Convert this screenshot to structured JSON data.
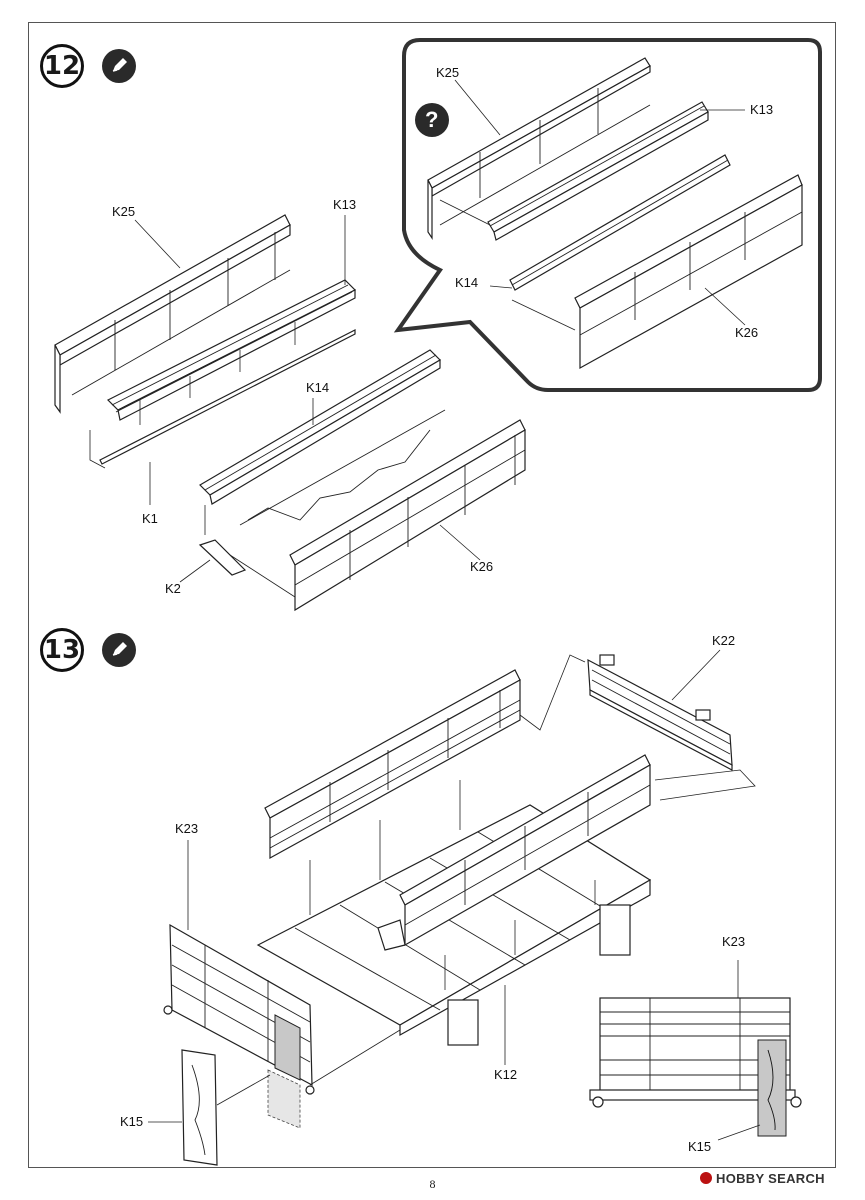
{
  "steps": [
    {
      "number": "12",
      "glue_icon": "pencil-glue-icon"
    },
    {
      "number": "13",
      "glue_icon": "pencil-glue-icon"
    }
  ],
  "step12": {
    "labels": {
      "k25": "K25",
      "k13": "K13",
      "k14": "K14",
      "k1": "K1",
      "k2": "K2",
      "k26": "K26"
    },
    "callout": {
      "icon": "question-icon",
      "icon_text": "?",
      "labels": {
        "k25": "K25",
        "k13": "K13",
        "k14": "K14",
        "k26": "K26"
      }
    }
  },
  "step13": {
    "labels": {
      "k22": "K22",
      "k23": "K23",
      "k15": "K15",
      "k12": "K12"
    },
    "detail_labels": {
      "k23": "K23",
      "k15": "K15"
    }
  },
  "page_number": "8",
  "watermark": "HOBBY SEARCH"
}
